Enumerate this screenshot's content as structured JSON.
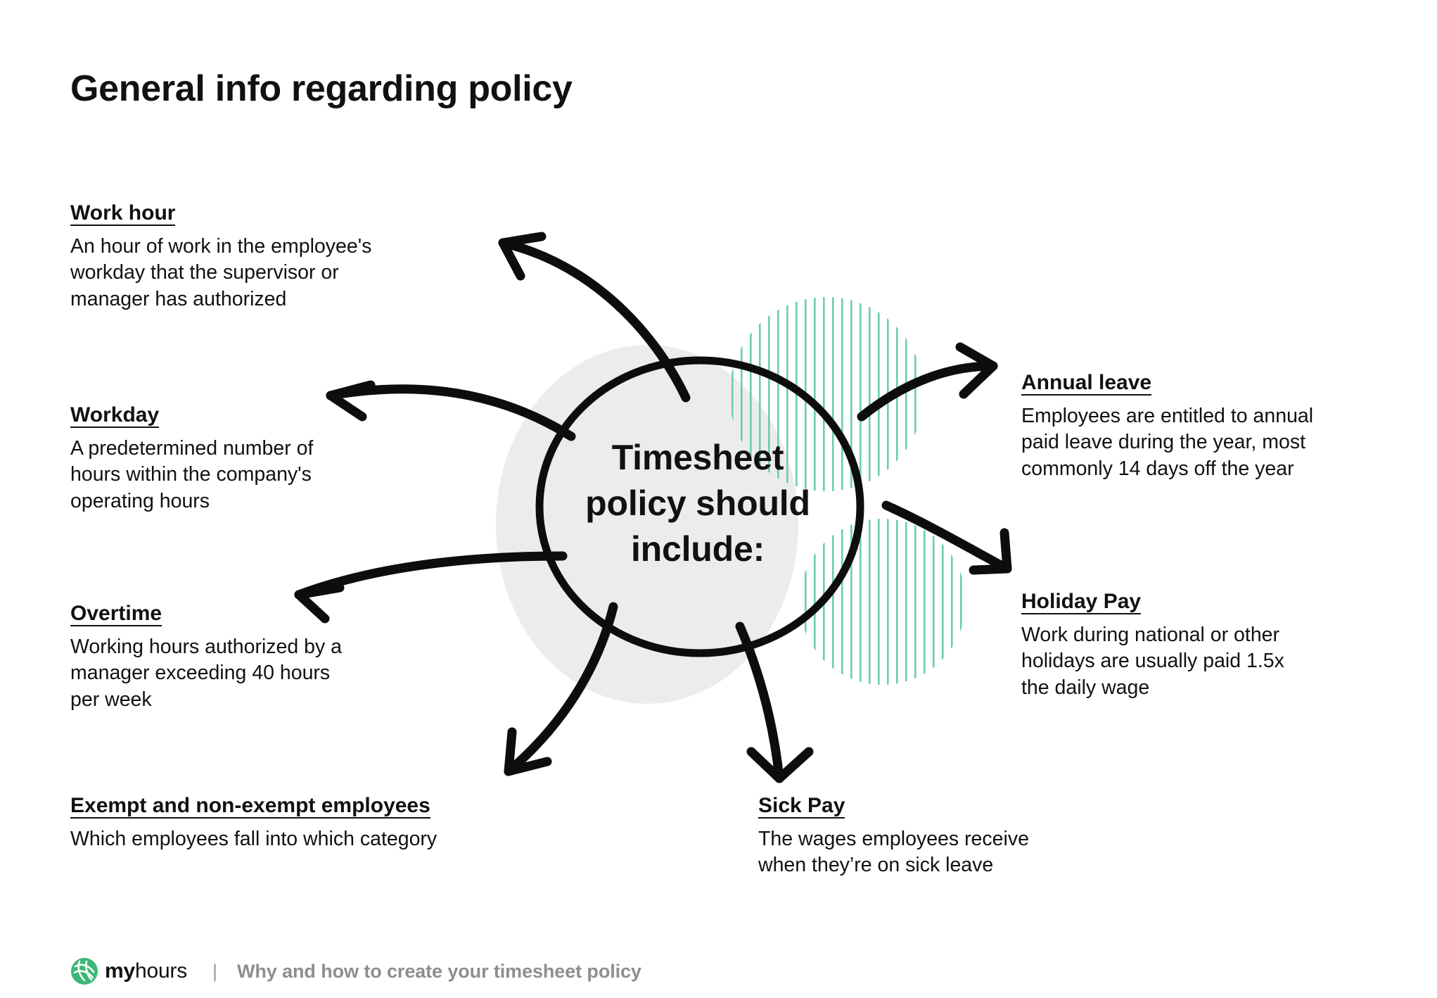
{
  "page": {
    "title": "General info regarding policy",
    "background": "#ffffff"
  },
  "colors": {
    "accent_green": "#2DB57C",
    "stripe_green": "#6BCFA4",
    "blob_gray": "#ECECEC",
    "ink": "#111111",
    "footer_gray": "#8e8e8e"
  },
  "center": {
    "label": "Timesheet\npolicy should\ninclude:"
  },
  "callouts": [
    {
      "id": "work-hour",
      "heading": "Work hour",
      "body": "An hour of work in the employee's\nworkday that the supervisor or\nmanager has authorized",
      "side": "left"
    },
    {
      "id": "workday",
      "heading": "Workday",
      "body": "A predetermined number of\nhours within the company's\noperating hours",
      "side": "left"
    },
    {
      "id": "overtime",
      "heading": "Overtime",
      "body": "Working hours authorized by a\nmanager exceeding 40 hours\nper week",
      "side": "left"
    },
    {
      "id": "exempt",
      "heading": "Exempt and non-exempt employees",
      "body": "Which employees fall into which category",
      "side": "bottom-left"
    },
    {
      "id": "sick-pay",
      "heading": "Sick Pay",
      "body": "The wages employees receive\nwhen they’re on sick leave",
      "side": "bottom-right"
    },
    {
      "id": "annual-leave",
      "heading": "Annual leave",
      "body": "Employees are entitled to annual\npaid leave during the year, most\ncommonly 14 days off the year",
      "side": "right"
    },
    {
      "id": "holiday-pay",
      "heading": "Holiday Pay",
      "body": "Work during national or other\nholidays are usually paid 1.5x\nthe daily wage",
      "side": "right"
    }
  ],
  "footer": {
    "brand_bold": "my",
    "brand_light": "hours",
    "separator": "|",
    "caption": "Why and how to create your timesheet policy"
  }
}
